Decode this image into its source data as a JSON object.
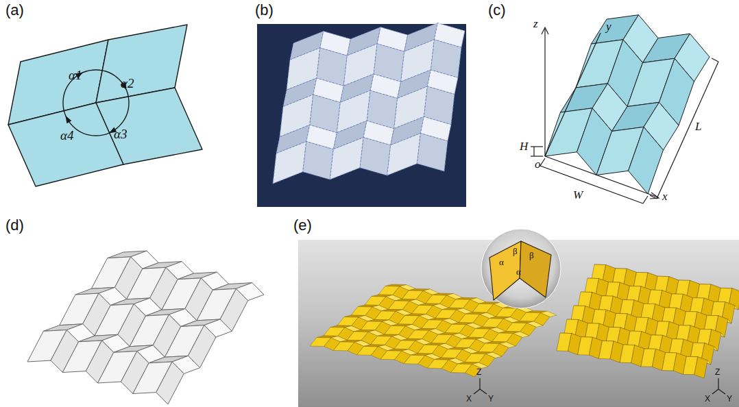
{
  "diagram": {
    "labels": [
      "(a)",
      "(b)",
      "(c)",
      "(d)",
      "(e)",
      "α1",
      "α2",
      "α3",
      "α4",
      "z",
      "y",
      "H",
      "o",
      "W",
      "L",
      "x",
      "α",
      "β",
      "β",
      "α",
      "Z",
      "X",
      "Y",
      "Z",
      "X",
      "Y"
    ]
  }
}
